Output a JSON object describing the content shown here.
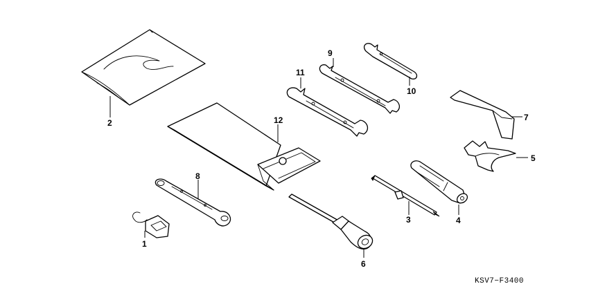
{
  "diagram_code": "KSV7−F3400",
  "parts": [
    {
      "id": "part-1",
      "number": "1",
      "name": "connector-plug"
    },
    {
      "id": "part-2",
      "number": "2",
      "name": "plastic-bag"
    },
    {
      "id": "part-3",
      "number": "3",
      "name": "screwdriver-bit"
    },
    {
      "id": "part-4",
      "number": "4",
      "name": "screwdriver-handle"
    },
    {
      "id": "part-5",
      "number": "5",
      "name": "pin-spanner"
    },
    {
      "id": "part-6",
      "number": "6",
      "name": "spark-plug-wrench"
    },
    {
      "id": "part-7",
      "number": "7",
      "name": "extension-bar"
    },
    {
      "id": "part-8",
      "number": "8",
      "name": "ring-wrench"
    },
    {
      "id": "part-9",
      "number": "9",
      "name": "small-open-wrench"
    },
    {
      "id": "part-10",
      "number": "10",
      "name": "open-end-wrench"
    },
    {
      "id": "part-11",
      "number": "11",
      "name": "open-end-wrench-large"
    },
    {
      "id": "part-12",
      "number": "12",
      "name": "tool-bag"
    }
  ]
}
